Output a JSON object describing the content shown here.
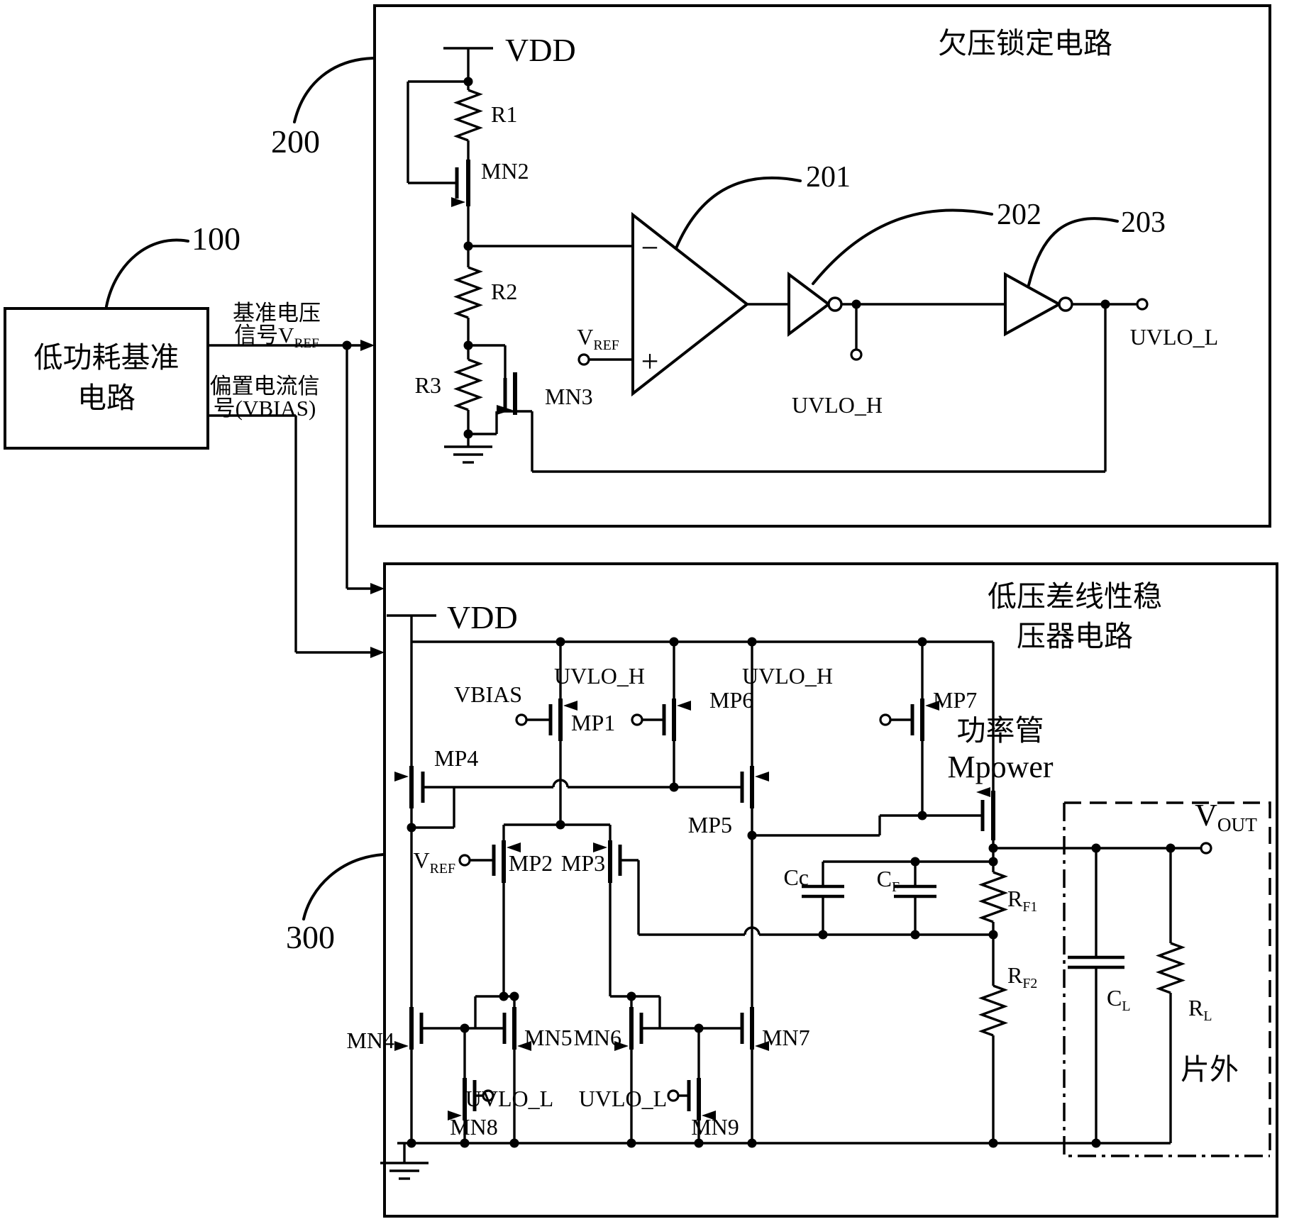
{
  "diagram": {
    "reference_block": {
      "ref_num": "100",
      "name_line1": "低功耗基准",
      "name_line2": "电路",
      "out1_line1": "基准电压",
      "out1_line2_base": "信号V",
      "out1_line2_sub": "REF",
      "out2_line1": "偏置电流信",
      "out2_line2": "号(VBIAS)"
    },
    "uvlo": {
      "ref_num": "200",
      "title": "欠压锁定电路",
      "vdd": "VDD",
      "r1": "R1",
      "r2": "R2",
      "r3": "R3",
      "mn2": "MN2",
      "mn3": "MN3",
      "comp": {
        "ref_num": "201",
        "minus": "−",
        "plus": "+",
        "vref_base": "V",
        "vref_sub": "REF"
      },
      "inv1_ref": "202",
      "inv2_ref": "203",
      "uvlo_h": "UVLO_H",
      "uvlo_l": "UVLO_L"
    },
    "ldo": {
      "ref_num": "300",
      "title_line1": "低压差线性稳",
      "title_line2": "压器电路",
      "vdd": "VDD",
      "vbias": "VBIAS",
      "vref_base": "V",
      "vref_sub": "REF",
      "mp1": "MP1",
      "mp2": "MP2",
      "mp3": "MP3",
      "mp4": "MP4",
      "mp5": "MP5",
      "mp6": "MP6",
      "mp7": "MP7",
      "uvlo_h_1": "UVLO_H",
      "uvlo_h_2": "UVLO_H",
      "uvlo_l_1": "UVLO_L",
      "uvlo_l_2": "UVLO_L",
      "mn4": "MN4",
      "mn5": "MN5",
      "mn6": "MN6",
      "mn7": "MN7",
      "mn8": "MN8",
      "mn9": "MN9",
      "mpower_cn": "功率管",
      "mpower": "Mpower",
      "cc": "Cc",
      "cf_base": "C",
      "cf_sub": "F",
      "rf1_base": "R",
      "rf1_sub": "F1",
      "rf2_base": "R",
      "rf2_sub": "F2",
      "vout_base": "V",
      "vout_sub": "OUT",
      "cl_base": "C",
      "cl_sub": "L",
      "rl_base": "R",
      "rl_sub": "L",
      "offchip": "片外"
    }
  }
}
